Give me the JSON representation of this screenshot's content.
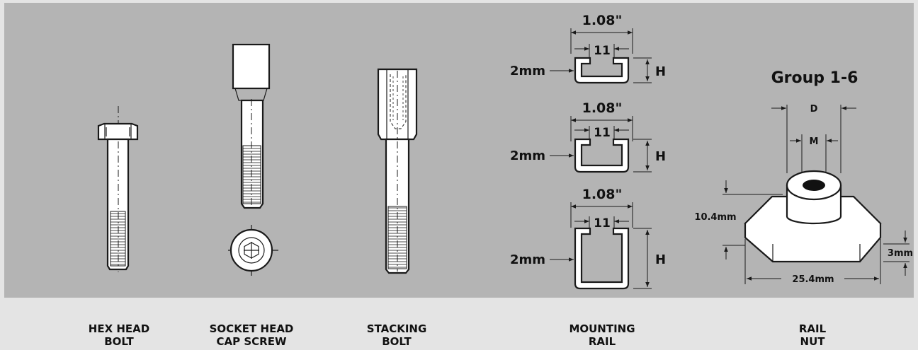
{
  "captions": {
    "hex_bolt": [
      "HEX HEAD",
      "BOLT"
    ],
    "socket_screw": [
      "SOCKET HEAD",
      "CAP SCREW"
    ],
    "stacking_bolt": [
      "STACKING",
      "BOLT"
    ],
    "mounting_rail": [
      "MOUNTING",
      "RAIL"
    ],
    "rail_nut": [
      "RAIL",
      "NUT"
    ]
  },
  "rail_dims": [
    {
      "width": "1.08\"",
      "gap": "11",
      "thickness": "2mm",
      "height": "H"
    },
    {
      "width": "1.08\"",
      "gap": "11",
      "thickness": "2mm",
      "height": "H"
    },
    {
      "width": "1.08\"",
      "gap": "11",
      "thickness": "2mm",
      "height": "H"
    }
  ],
  "nut": {
    "group": "Group 1-6",
    "outer_diameter": "D",
    "thread": "M",
    "height": "10.4mm",
    "base_thickness": "3mm",
    "base_width": "25.4mm"
  },
  "colors": {
    "panel": "#b4b4b4",
    "background": "#e4e4e4",
    "line": "#1a1a1a"
  }
}
